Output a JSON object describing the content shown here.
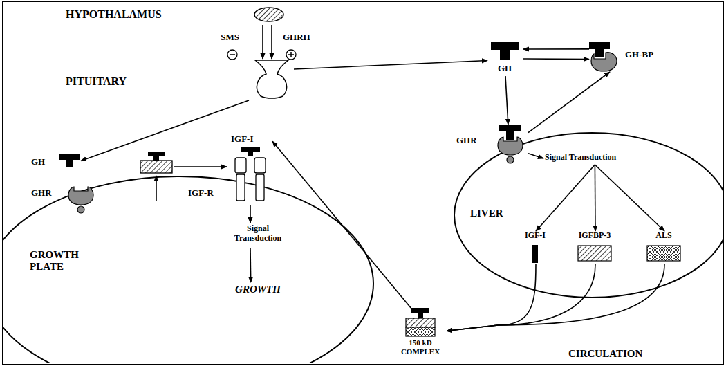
{
  "diagram": {
    "nodes": [
      {
        "text": [
          "HYPOTHALAMUS"
        ]
      },
      {
        "text": [
          "PITUITARY"
        ]
      },
      {
        "text": [
          "GH"
        ]
      },
      {
        "text": [
          "GH-BP"
        ]
      },
      {
        "text": [
          "GROWTH PLATE"
        ]
      },
      {
        "text": [
          "GH"
        ]
      },
      {
        "text": [
          "GHR"
        ],
        "in": 4
      },
      {
        "text": [
          "IGF-I",
          "IGF-R"
        ],
        "in": 4
      },
      {
        "text": [
          "Signal Transduction"
        ],
        "in": 4
      },
      {
        "text": [
          "GROWTH"
        ],
        "in": 4
      },
      {
        "text": [
          "LIVER"
        ]
      },
      {
        "text": [
          "GHR"
        ],
        "in": 10
      },
      {
        "text": [
          "Signal Transduction"
        ],
        "in": 10
      },
      {
        "text": [
          "IGF-I"
        ],
        "in": 10
      },
      {
        "text": [
          "IGFBP-3"
        ],
        "in": 10
      },
      {
        "text": [
          "ALS"
        ],
        "in": 10
      },
      {
        "text": [
          "150 kD COMPLEX"
        ]
      }
    ],
    "edges": [
      {
        "from": 0,
        "to": 1,
        "label": "SMS",
        "arrow": "to"
      },
      {
        "from": 0,
        "to": 1,
        "label": "GHRH",
        "arrow": "to"
      },
      {
        "from": 1,
        "to": 2,
        "arrow": "to"
      },
      {
        "from": 1,
        "to": 5,
        "arrow": "to"
      },
      {
        "from": 2,
        "to": 3,
        "arrow": "to"
      },
      {
        "from": 3,
        "to": 2,
        "arrow": "to"
      },
      {
        "from": 2,
        "to": 11,
        "arrow": "to"
      },
      {
        "from": 11,
        "to": 3,
        "arrow": "to"
      },
      {
        "from": 11,
        "to": 12,
        "arrow": "to"
      },
      {
        "from": 12,
        "to": 13,
        "arrow": "to"
      },
      {
        "from": 12,
        "to": 14,
        "arrow": "to"
      },
      {
        "from": 12,
        "to": 15,
        "arrow": "to"
      },
      {
        "from": 13,
        "to": 16,
        "arrow": "to"
      },
      {
        "from": 14,
        "to": 16,
        "arrow": "to"
      },
      {
        "from": 15,
        "to": 16,
        "arrow": "to"
      },
      {
        "from": 16,
        "to": 7,
        "arrow": "to"
      },
      {
        "from": 7,
        "to": 8,
        "arrow": "to"
      },
      {
        "from": 8,
        "to": 9,
        "arrow": "to"
      }
    ],
    "labels": [
      "CIRCULATION"
    ]
  }
}
